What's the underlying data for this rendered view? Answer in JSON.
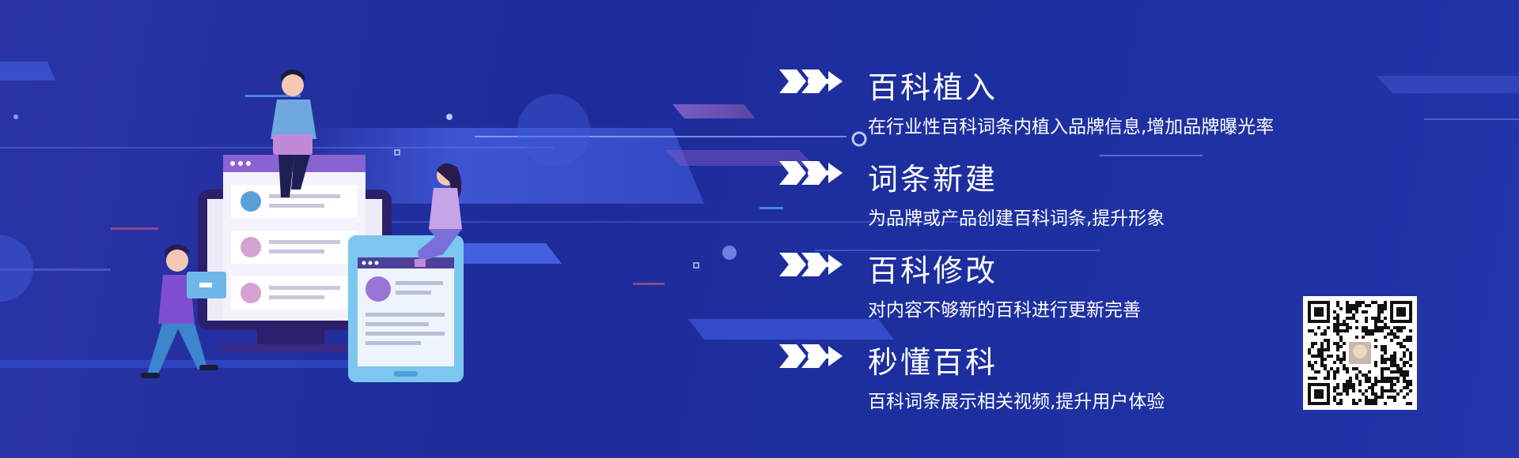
{
  "colors": {
    "background": "#1f2d9e",
    "text": "#ffffff",
    "accent_blue": "#4e6bf0",
    "accent_pink": "#c37ab8"
  },
  "features": [
    {
      "icon": "arrow-right-icon",
      "title": "百科植入",
      "description": "在行业性百科词条内植入品牌信息,增加品牌曝光率"
    },
    {
      "icon": "arrow-right-icon",
      "title": "词条新建",
      "description": "为品牌或产品创建百科词条,提升形象"
    },
    {
      "icon": "arrow-right-icon",
      "title": "百科修改",
      "description": "对内容不够新的百科进行更新完善"
    },
    {
      "icon": "arrow-right-icon",
      "title": "秒懂百科",
      "description": "百科词条展示相关视频,提升用户体验"
    }
  ],
  "qr_code": {
    "icon": "qr-code-icon"
  },
  "illustration": {
    "icon": "team-collaboration-illustration"
  }
}
